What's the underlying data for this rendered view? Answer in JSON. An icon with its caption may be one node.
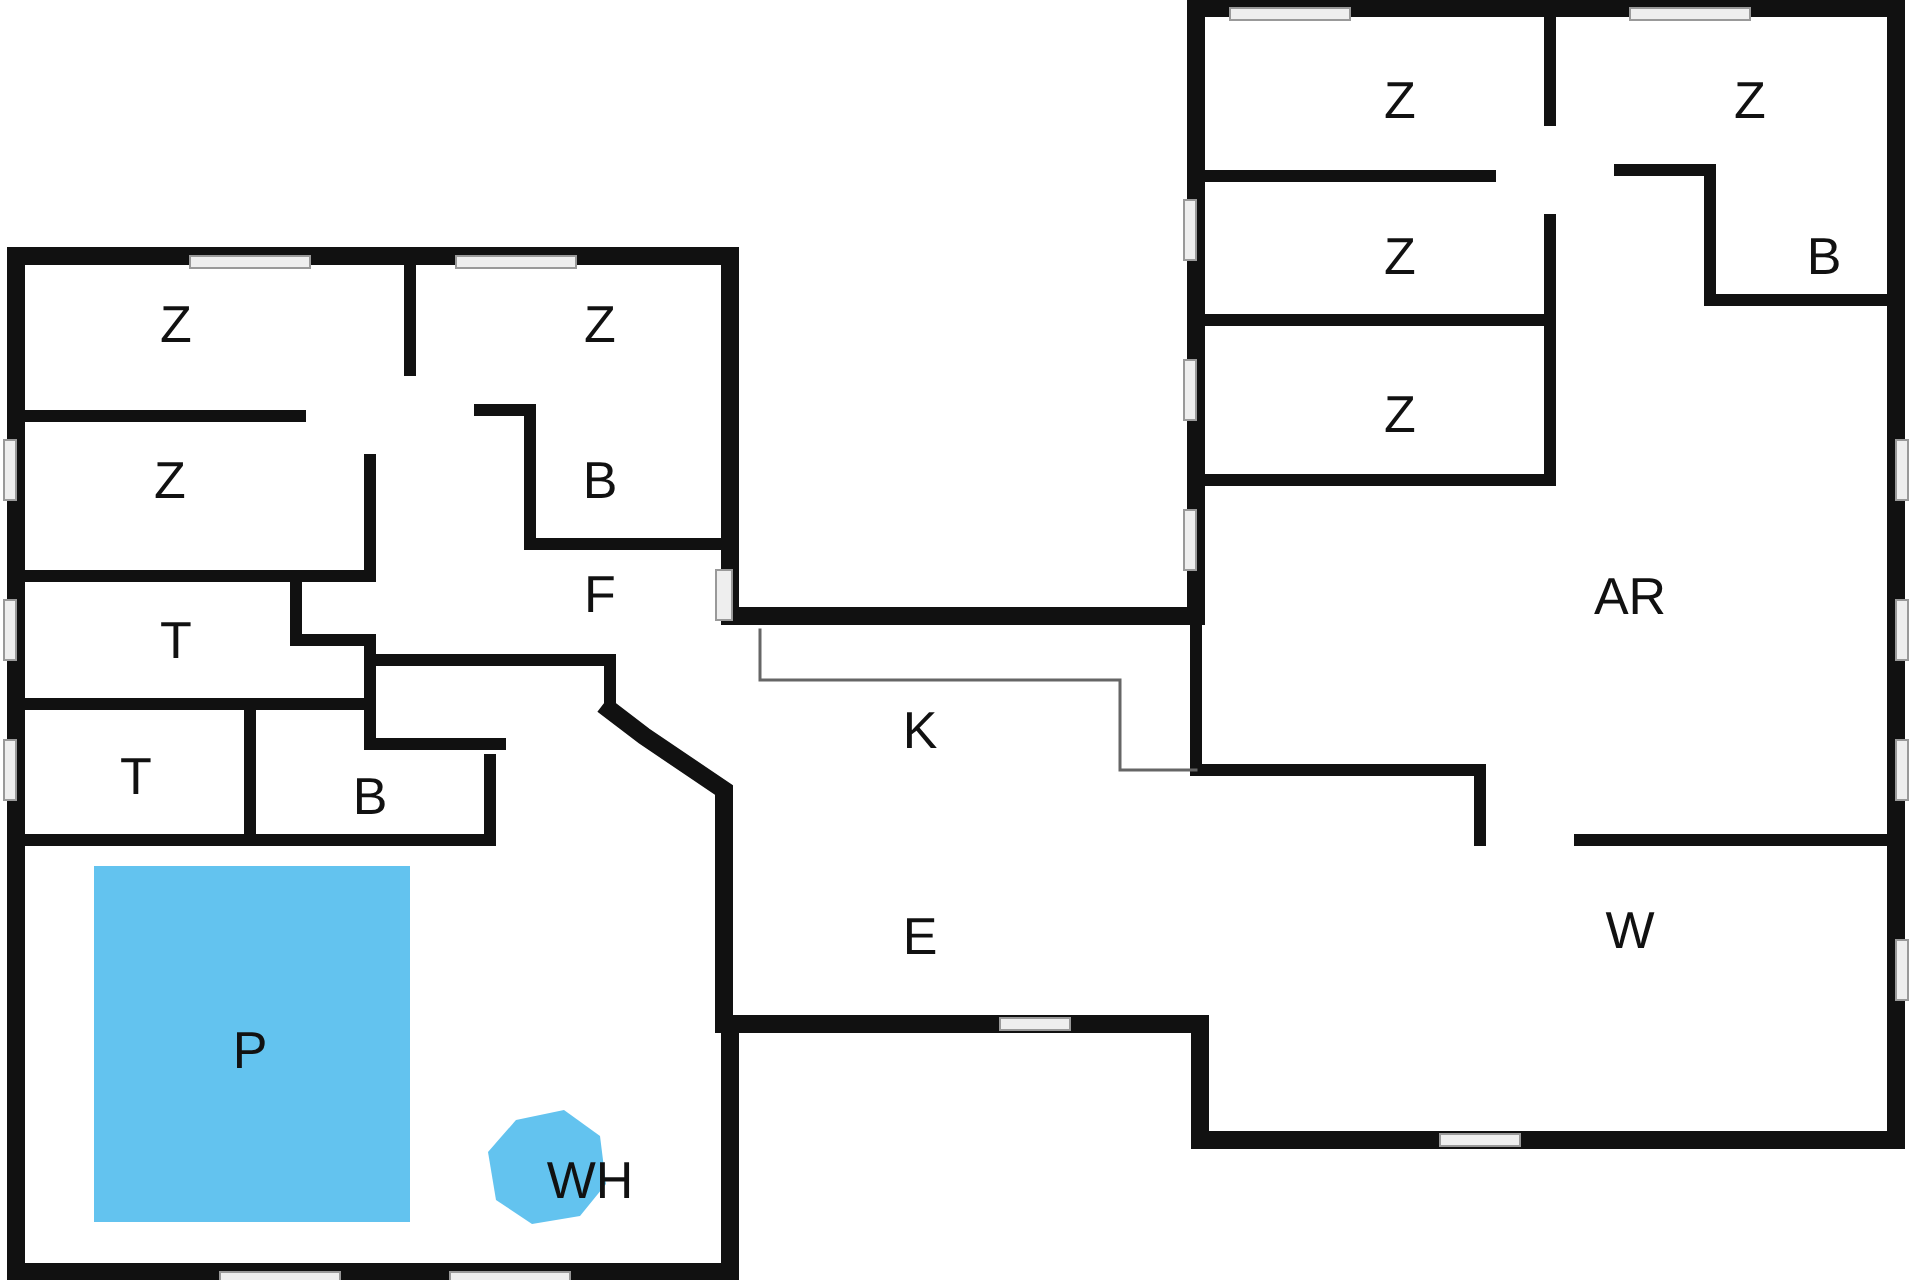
{
  "diagram": {
    "nodes": [
      {
        "text": [
          "Z"
        ]
      },
      {
        "text": [
          "Z"
        ]
      },
      {
        "text": [
          "Z"
        ]
      },
      {
        "text": [
          "B"
        ]
      },
      {
        "text": [
          "F"
        ]
      },
      {
        "text": [
          "T"
        ]
      },
      {
        "text": [
          "T"
        ]
      },
      {
        "text": [
          "B"
        ]
      },
      {
        "text": [
          "P"
        ]
      },
      {
        "text": [
          "WH"
        ]
      },
      {
        "text": [
          "K"
        ]
      },
      {
        "text": [
          "E"
        ]
      },
      {
        "text": [
          "Z"
        ]
      },
      {
        "text": [
          "Z"
        ]
      },
      {
        "text": [
          "Z"
        ]
      },
      {
        "text": [
          "B"
        ]
      },
      {
        "text": [
          "Z"
        ]
      },
      {
        "text": [
          "AR"
        ]
      },
      {
        "text": [
          "W"
        ]
      }
    ]
  }
}
